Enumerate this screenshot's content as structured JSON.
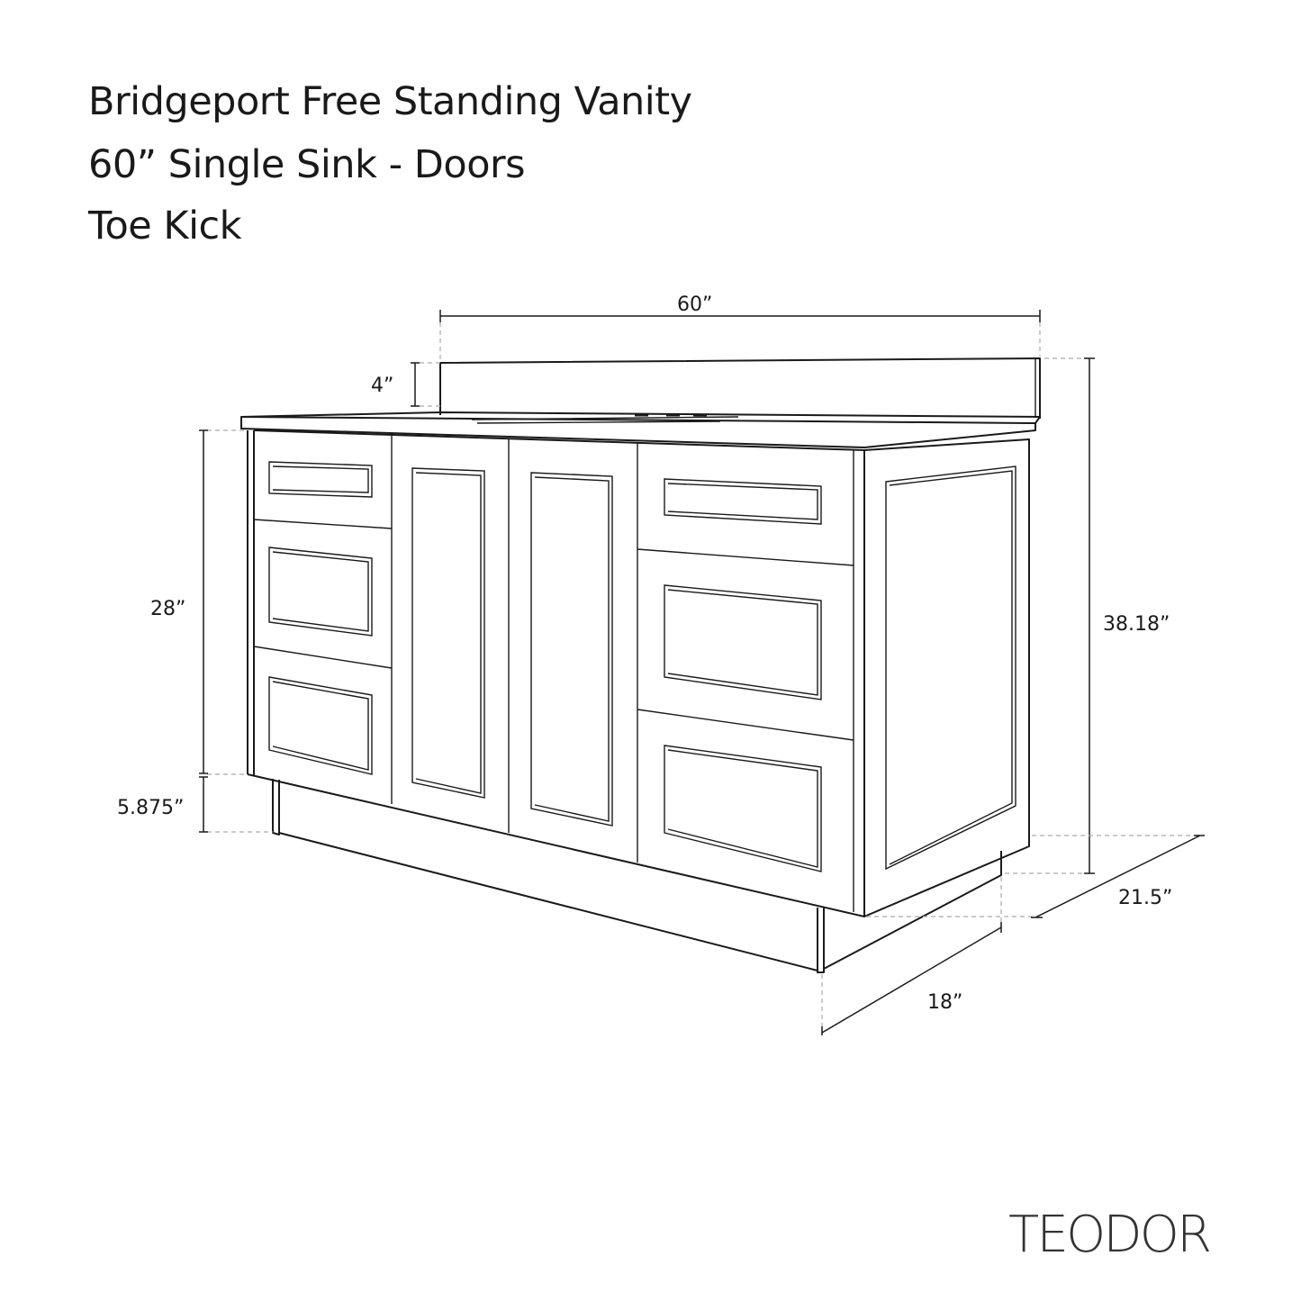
{
  "title": {
    "line1": "Bridgeport Free Standing Vanity",
    "line2": "60” Single Sink - Doors",
    "line3": "Toe Kick"
  },
  "dimensions": {
    "width": "60”",
    "backsplash": "4”",
    "cabinet_height": "28”",
    "toe_kick": "5.875”",
    "total_height": "38.18”",
    "top_depth": "21.5”",
    "cabinet_depth": "18”"
  },
  "brand": "TEODOR"
}
